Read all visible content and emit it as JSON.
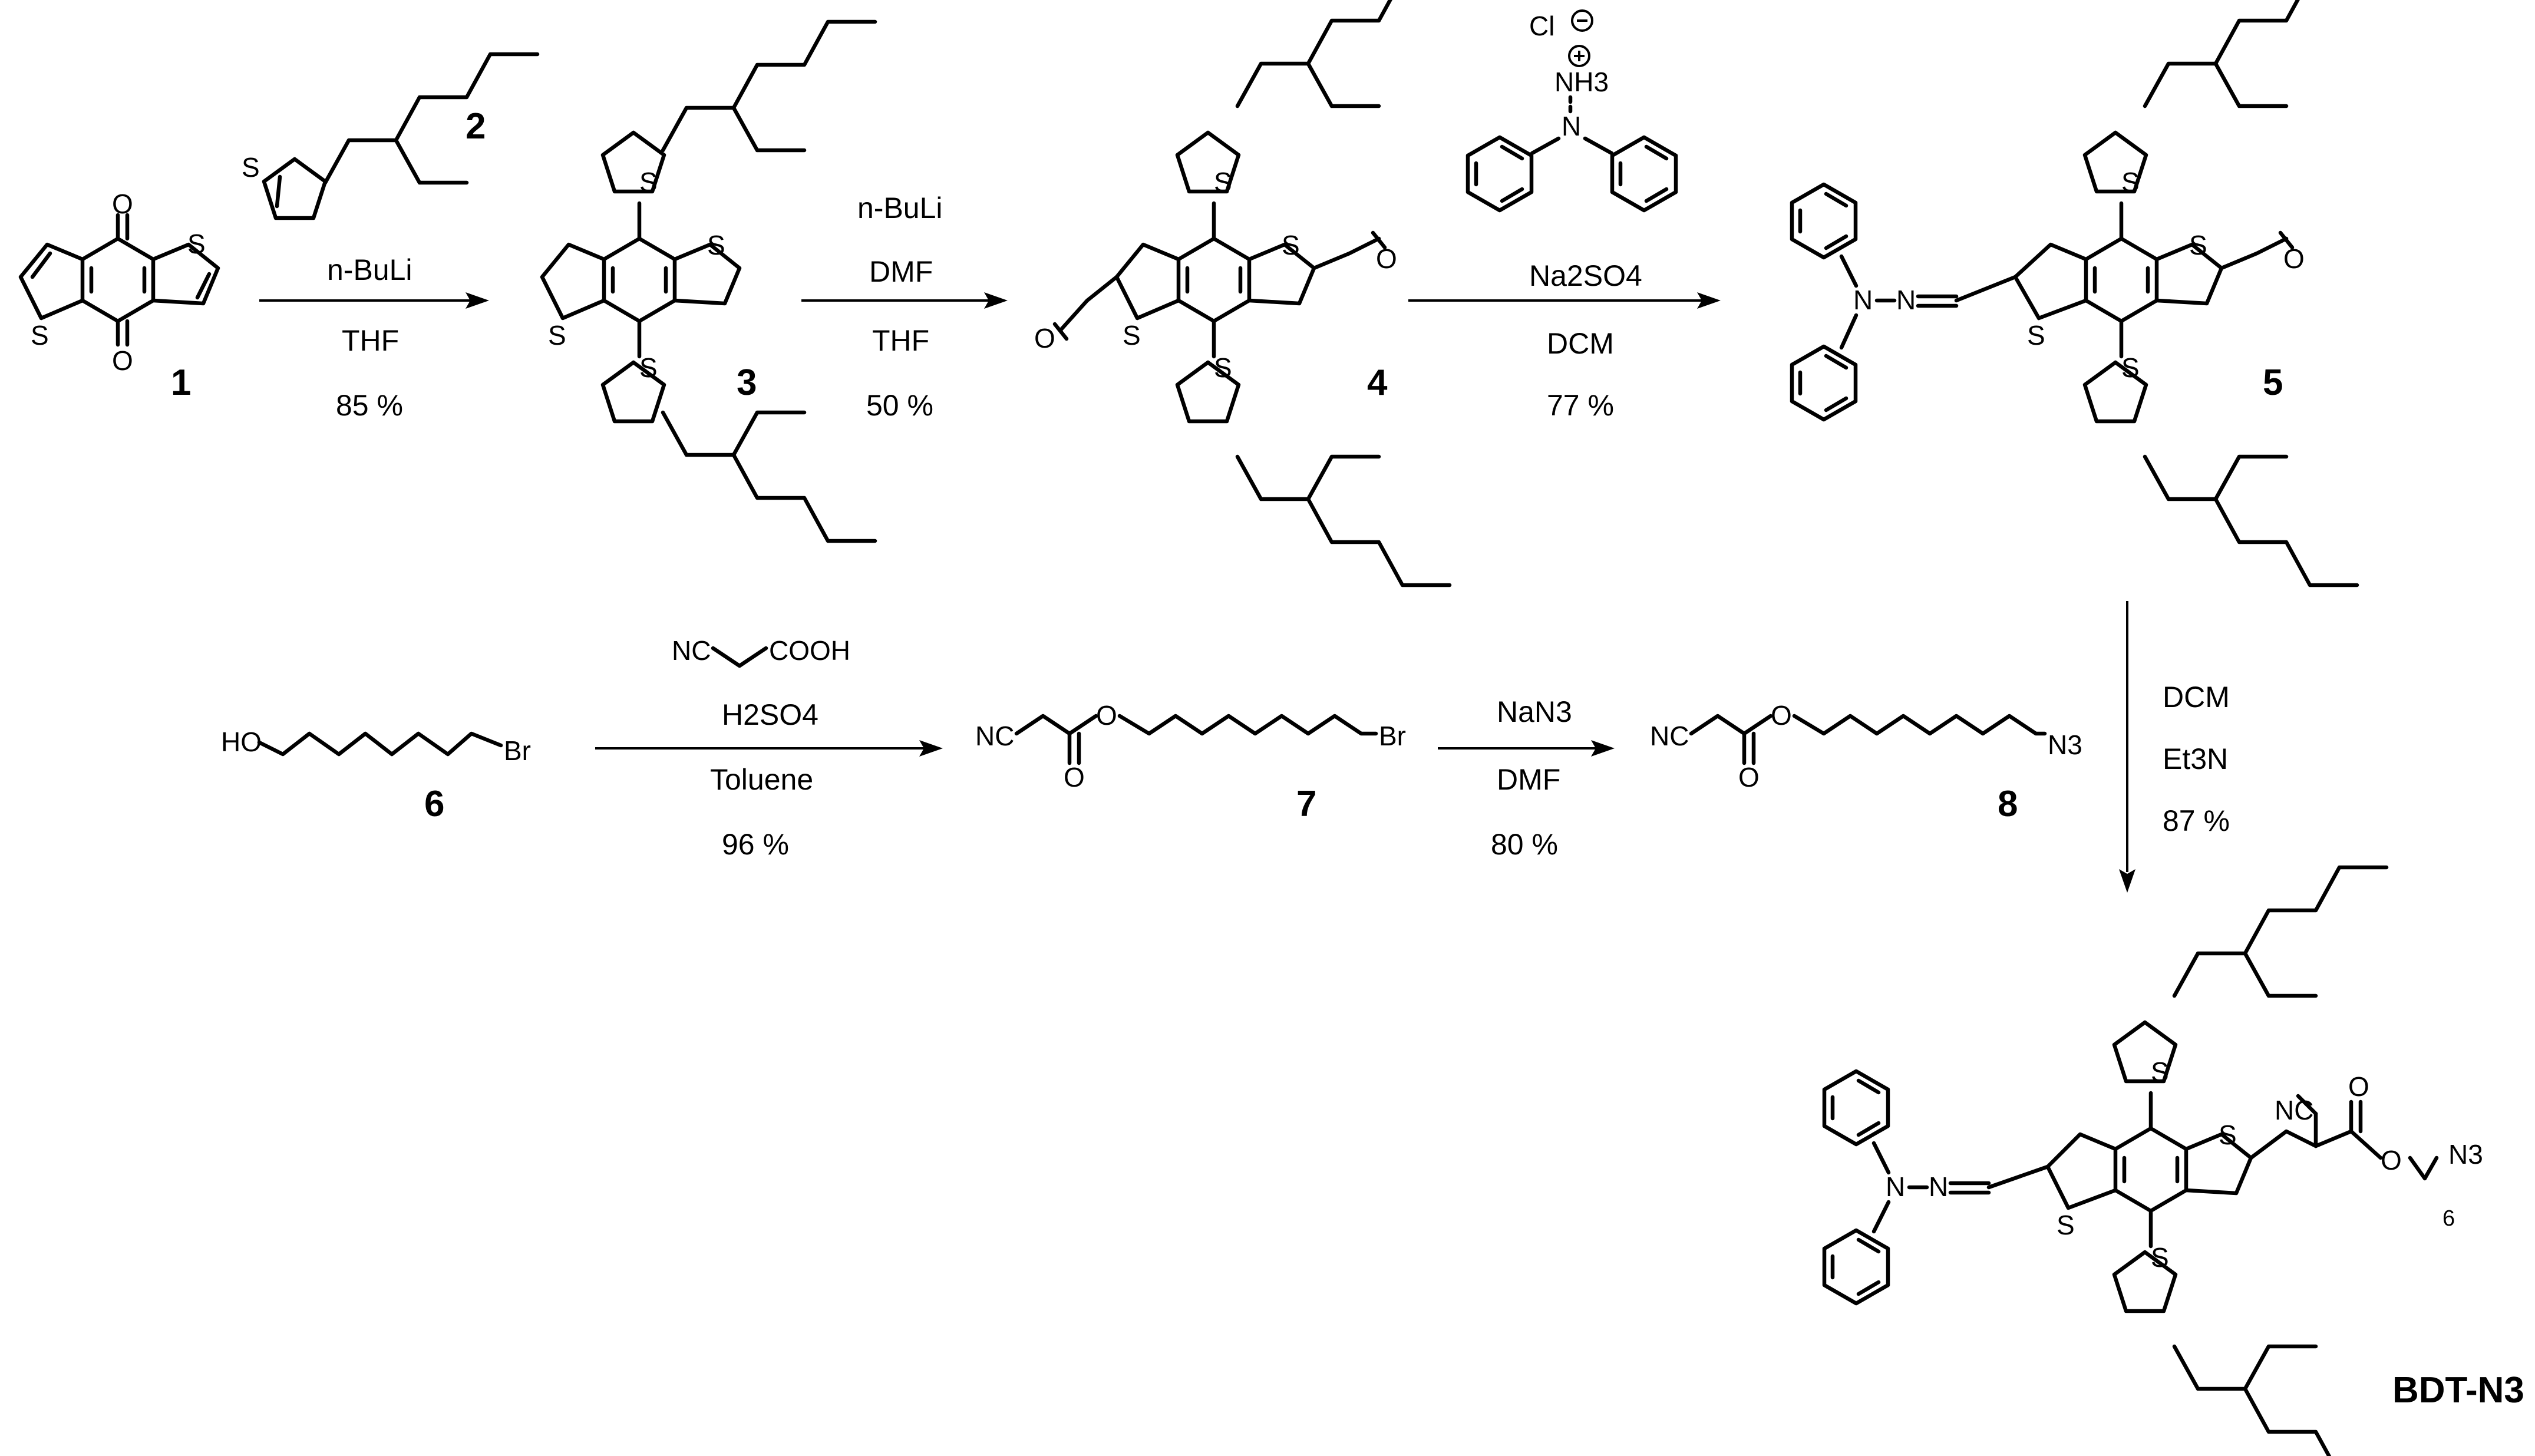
{
  "compounds": {
    "c1": "1",
    "c2": "2",
    "c3": "3",
    "c4": "4",
    "c5": "5",
    "c6": "6",
    "c7": "7",
    "c8": "8",
    "final": "BDT-N3"
  },
  "atoms": {
    "S": "S",
    "O": "O",
    "N": "N",
    "NC": "NC",
    "HO": "HO",
    "Br": "Br",
    "N3": "N3",
    "NH3": "NH3",
    "Cl": "Cl",
    "COOH": "COOH",
    "six": "6"
  },
  "step1": {
    "reagent": "n-BuLi",
    "solvent": "THF",
    "yield": "85 %"
  },
  "step2": {
    "reagent": "n-BuLi",
    "reagent2": "DMF",
    "solvent": "THF",
    "yield": "50 %"
  },
  "step3": {
    "reagent": "Na2SO4",
    "solvent": "DCM",
    "yield": "77 %"
  },
  "step4": {
    "reagent": "NC-CH2-COOH",
    "reagent2": "H2SO4",
    "solvent": "Toluene",
    "yield": "96 %"
  },
  "step5": {
    "reagent": "NaN3",
    "solvent": "DMF",
    "yield": "80 %"
  },
  "step6": {
    "solvent": "DCM",
    "base": "Et3N",
    "yield": "87 %"
  }
}
